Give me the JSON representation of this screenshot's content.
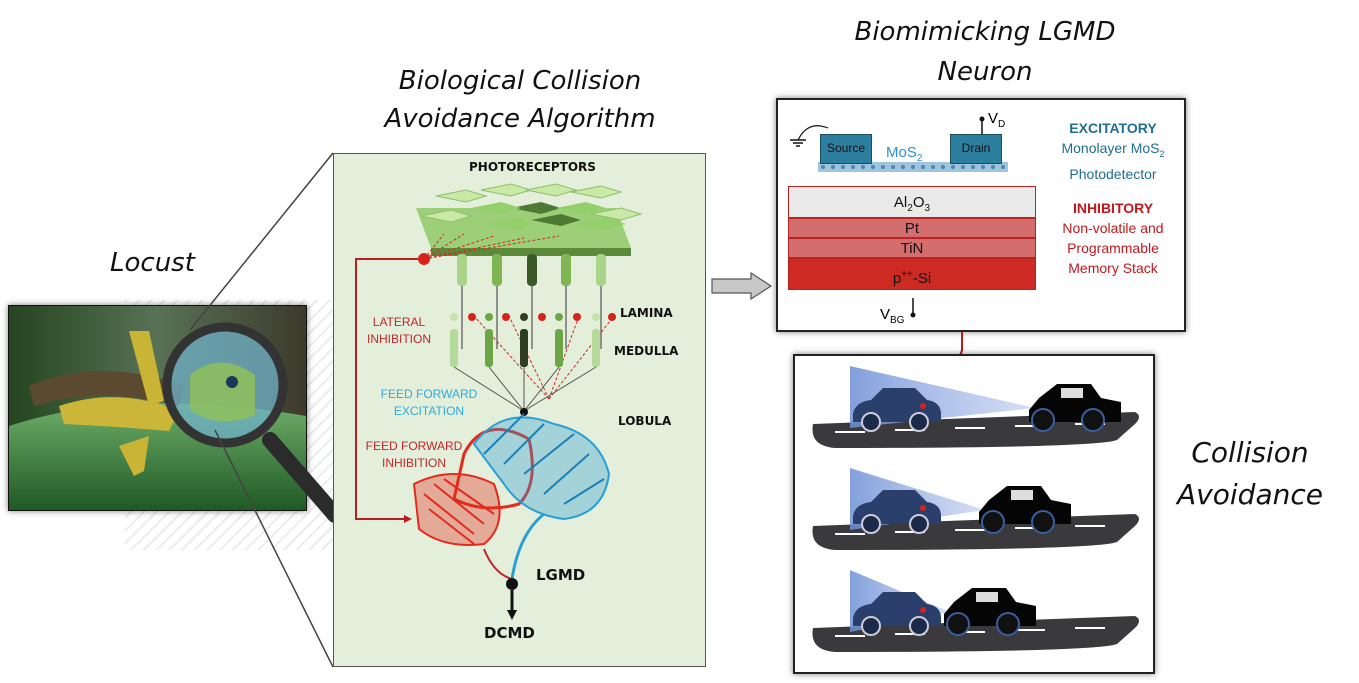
{
  "titles": {
    "biological": [
      "Biological Collision",
      "Avoidance Algorithm"
    ],
    "biomimicking": [
      "Biomimicking LGMD",
      "Neuron"
    ],
    "locust": "Locust",
    "collision": [
      "Collision",
      "Avoidance"
    ]
  },
  "bio_panel": {
    "photoreceptors": "PHOTORECEPTORS",
    "lamina": "LAMINA",
    "medulla": "MEDULLA",
    "lobula": "LOBULA",
    "lateral_inhibition": [
      "LATERAL",
      "INHIBITION"
    ],
    "feed_forward_excitation": [
      "FEED FORWARD",
      "EXCITATION"
    ],
    "feed_forward_inhibition": [
      "FEED FORWARD",
      "INHIBITION"
    ],
    "lgmd": "LGMD",
    "dcmd": "DCMD",
    "colors": {
      "inhibitory": "#d7261e",
      "excitatory": "#2a9fd6",
      "green_dark": "#3d5a2a",
      "green_light": "#b5dc8c"
    }
  },
  "device": {
    "source": "Source",
    "drain": "Drain",
    "channel": "MoS",
    "channel_sub": "2",
    "vd": "V",
    "vd_sub": "D",
    "vbg": "V",
    "vbg_sub": "BG",
    "layers": [
      {
        "name": "Al",
        "sub1": "2",
        "mid": "O",
        "sub2": "3"
      },
      {
        "name": "Pt"
      },
      {
        "name": "TiN"
      },
      {
        "name": "p",
        "sup": "++",
        "rest": "-Si"
      }
    ],
    "excitatory": {
      "heading": "EXCITATORY",
      "line1": "Monolayer MoS",
      "line1_sub": "2",
      "line2": "Photodetector"
    },
    "inhibitory": {
      "heading": "INHIBITORY",
      "lines": [
        "Non-volatile and",
        "Programmable",
        "Memory Stack"
      ]
    },
    "colors": {
      "excitatory": "#1f6e93",
      "inhibitory": "#c0181d"
    }
  },
  "scenes": [
    {
      "stage": "far"
    },
    {
      "stage": "closer"
    },
    {
      "stage": "closest"
    }
  ]
}
